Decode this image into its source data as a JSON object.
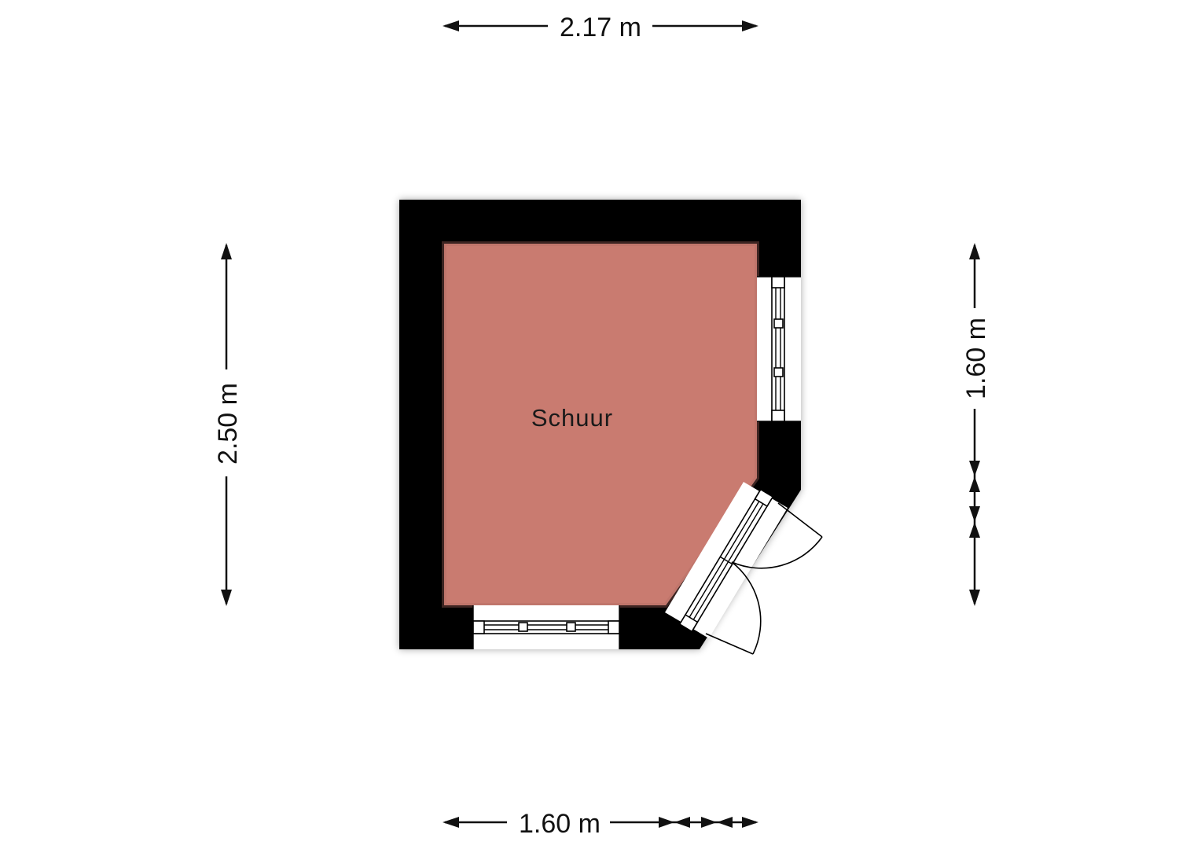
{
  "room": {
    "name": "Schuur",
    "floor_color": "#c97b70",
    "wall_color": "#000000"
  },
  "dimensions": {
    "top": "2.17 m",
    "bottom": "1.60 m",
    "left": "2.50 m",
    "right": "1.60 m"
  }
}
